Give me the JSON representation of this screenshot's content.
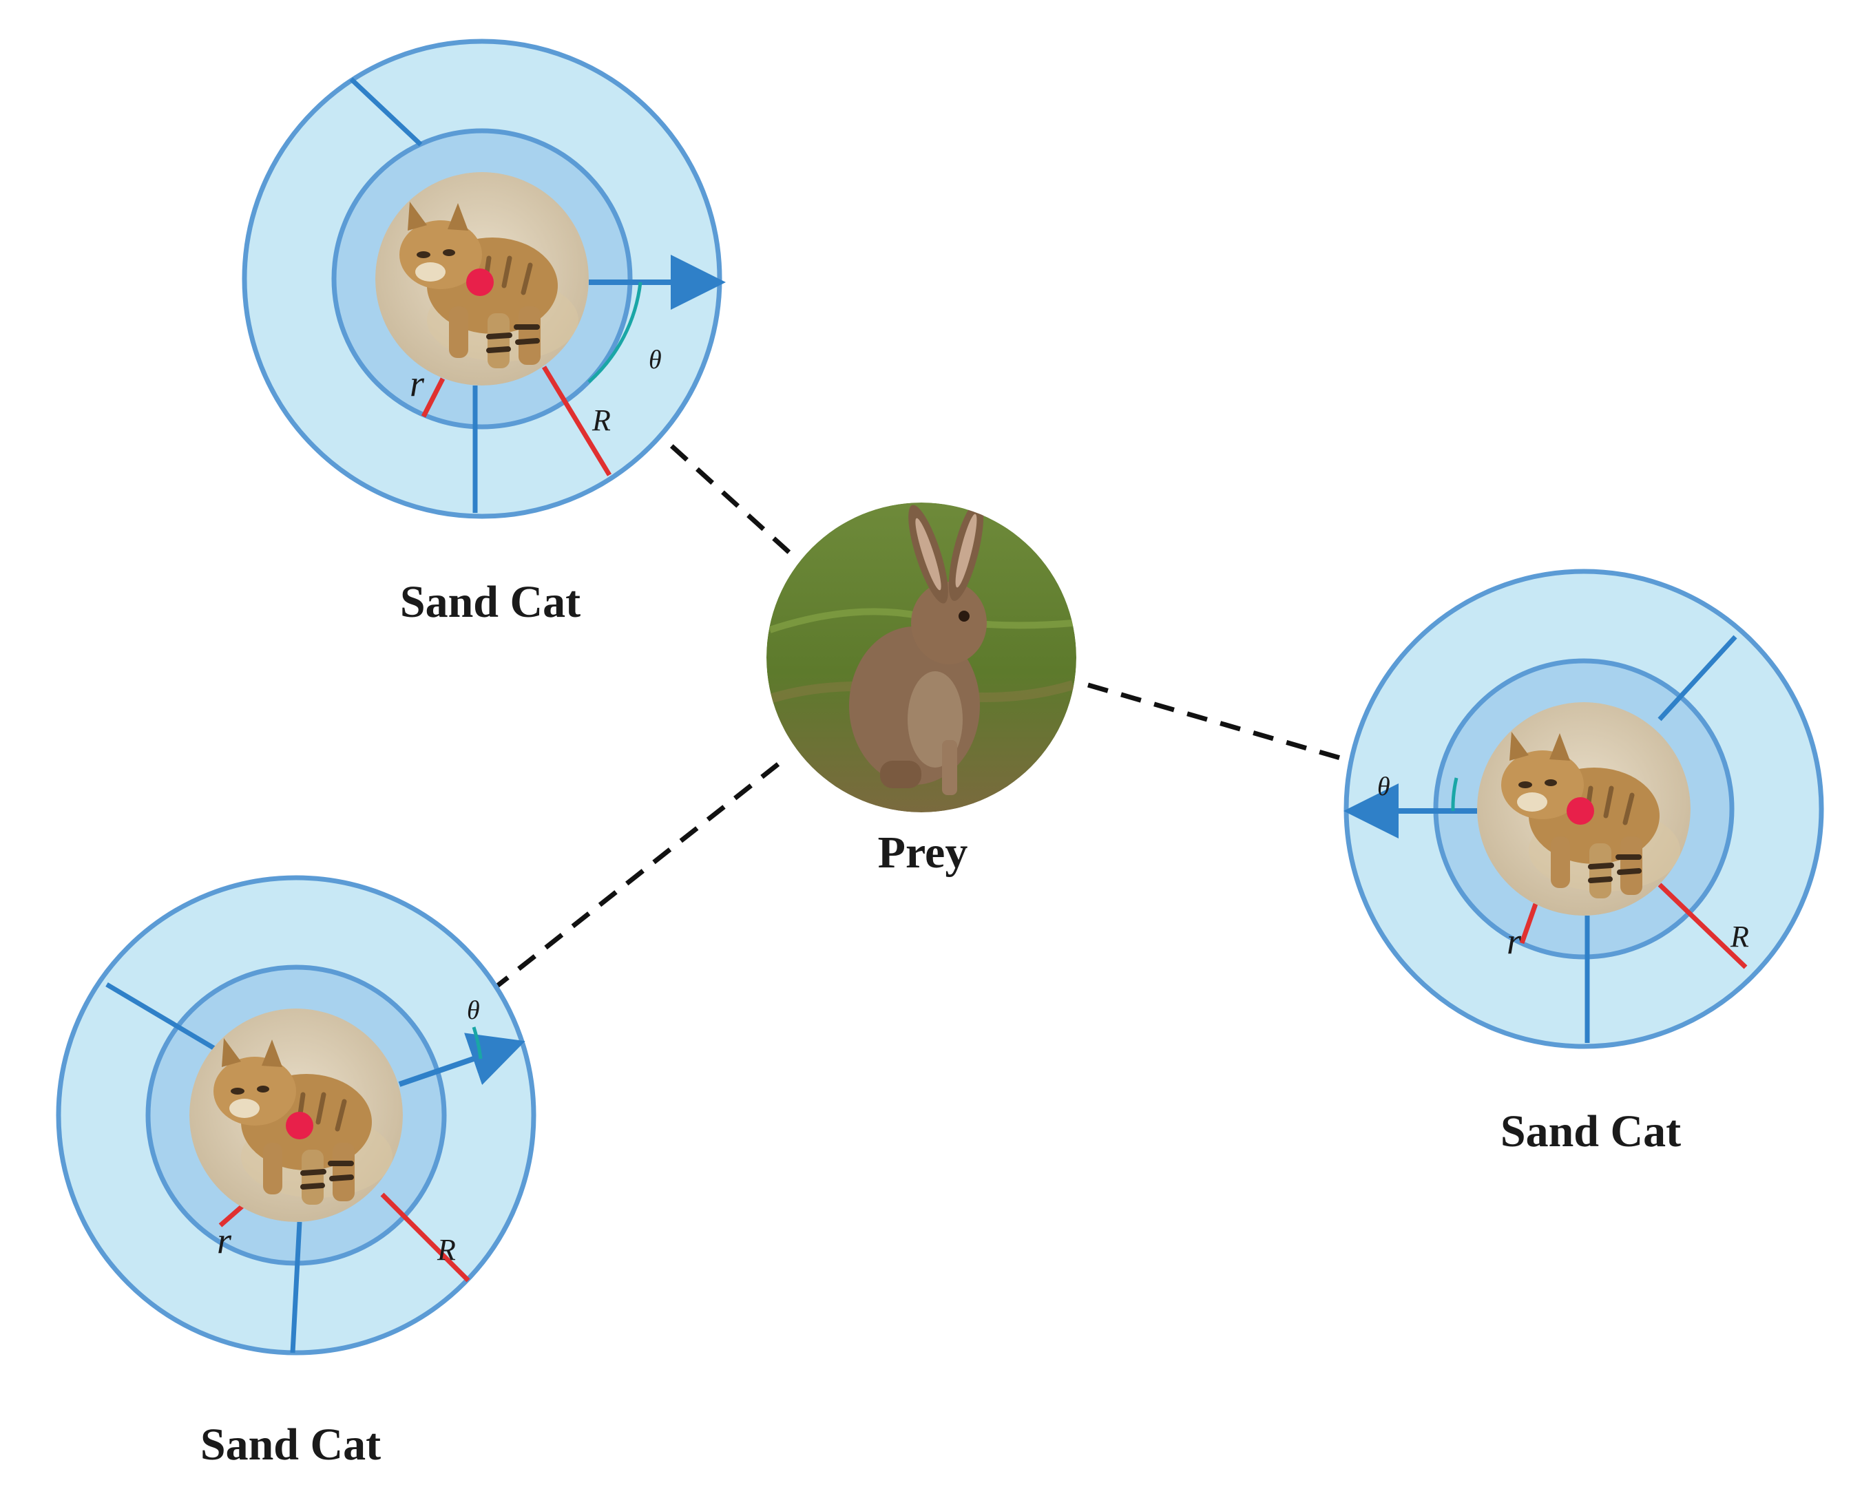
{
  "labels": {
    "sand_cat_top_left": "Sand Cat",
    "sand_cat_right": "Sand Cat",
    "sand_cat_bottom_left": "Sand Cat",
    "prey": "Prey"
  },
  "symbols": {
    "theta": "θ",
    "small_radius": "r",
    "large_radius": "R"
  },
  "colors": {
    "outer_ring_fill": "#c8e8f5",
    "inner_ring_fill": "#a8d2ee",
    "ring_stroke": "#5b9bd5",
    "spoke": "#2f80c8",
    "arrow": "#2f80c8",
    "radius_line": "#e03030",
    "center_dot": "#e8204a",
    "angle_arc": "#1aa6a6",
    "dashed_line": "#111111",
    "label_text": "#1a1a1a"
  },
  "icons": {
    "cat_photo": "sand-cat-photo",
    "prey_photo": "hare-photo"
  }
}
